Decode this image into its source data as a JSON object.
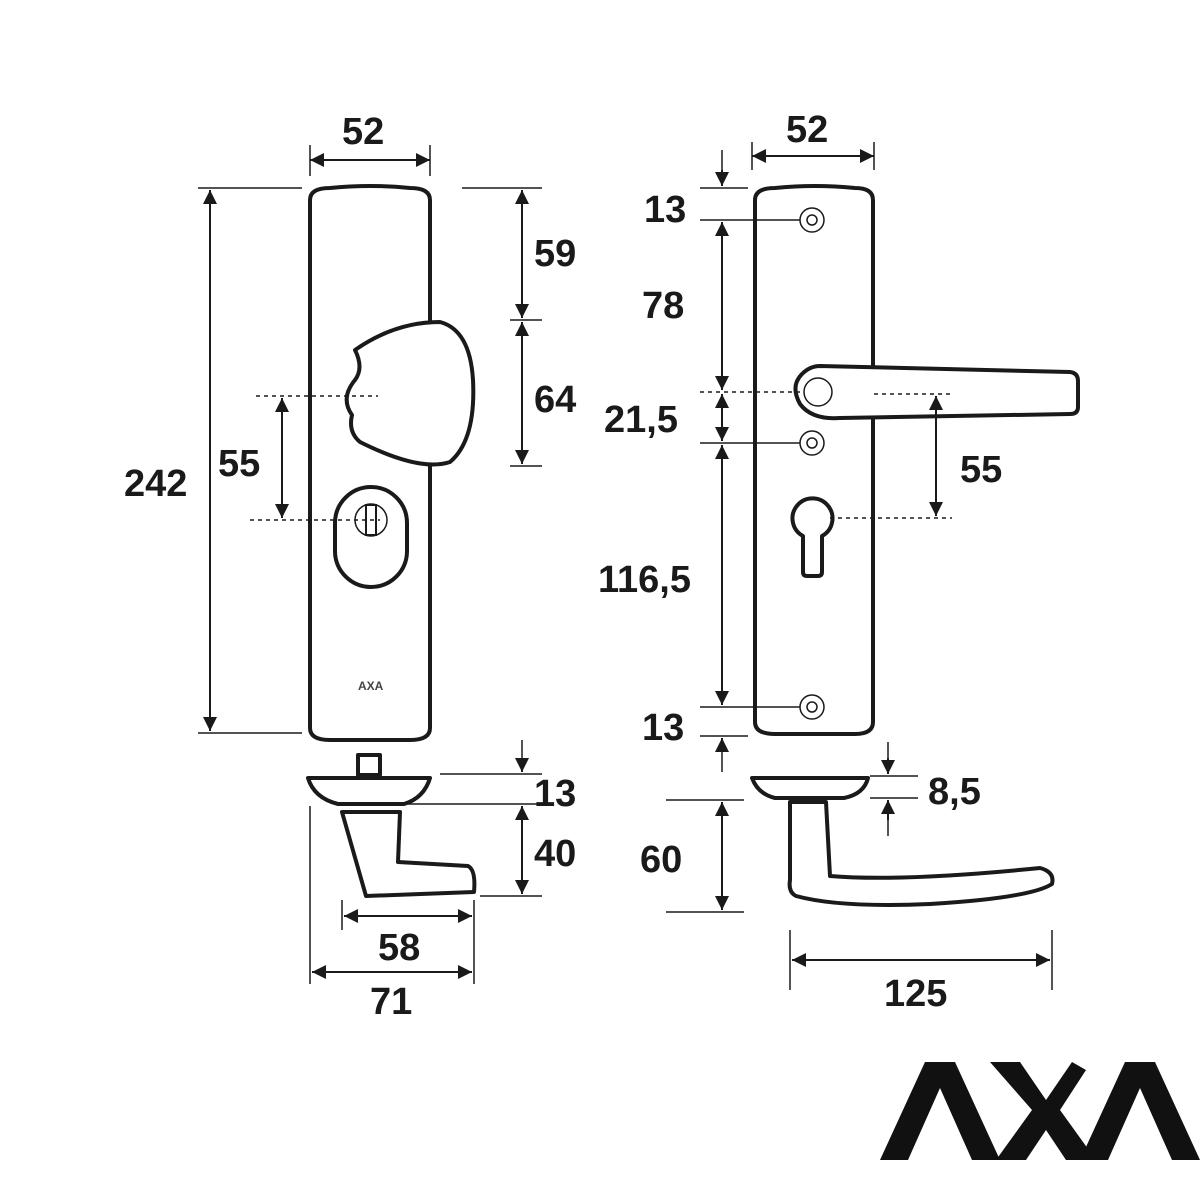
{
  "left_view": {
    "width_top": "52",
    "total_height": "242",
    "knob_offset": "59",
    "knob_height": "64",
    "center_distance": "55",
    "rose_thickness": "13",
    "knob_projection": "40",
    "knob_depth_inner": "58",
    "knob_depth_total": "71",
    "plate_logo": "AXA"
  },
  "right_view": {
    "width_top": "52",
    "screw_top": "13",
    "to_handle": "78",
    "handle_to_screw": "21,5",
    "to_bottom_screw": "116,5",
    "screw_bottom": "13",
    "center_distance": "55",
    "rose_thickness": "8,5",
    "handle_projection": "60",
    "handle_length": "125"
  },
  "brand": {
    "logo": "AXA"
  }
}
